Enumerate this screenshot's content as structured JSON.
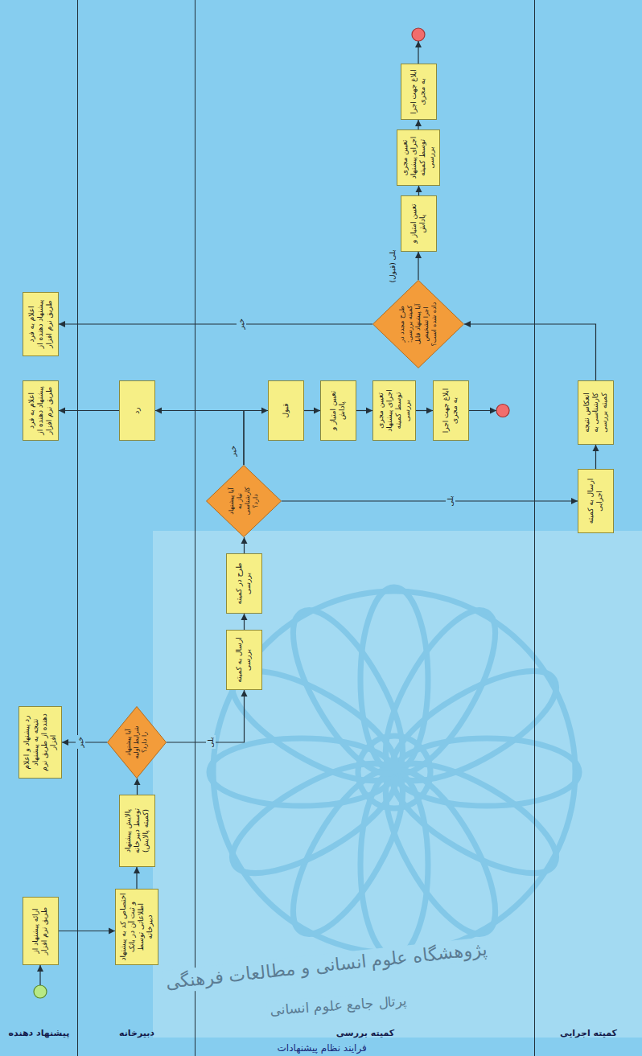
{
  "diagram": {
    "caption": "فرایند نظام پیشنهادات",
    "nodes": [
      {
        "text": [
          "پیشنهاد دهنده"
        ]
      },
      {
        "text": [
          "دبیرخانه"
        ]
      },
      {
        "text": [
          "کمیته بررسی"
        ]
      },
      {
        "text": [
          "کمیته اجرایی"
        ]
      },
      {
        "text": [
          "ارائه پیشنهاد از طریق نرم افزار"
        ],
        "in": 0
      },
      {
        "text": [
          "اختصاص کد به پیشنهاد و ثبت آن در بانک اطلاعاتی توسط دبیرخانه"
        ],
        "in": 1
      },
      {
        "text": [
          "پالایش پیشنهاد توسط دبیرخانه (کمیته پالایش)"
        ],
        "in": 1
      },
      {
        "text": [
          "آیا پیشنهاد شرایط اولیه را دارد؟"
        ],
        "in": 1
      },
      {
        "text": [
          "رد پیشنهاد و اعلام نتیجه به پیشنهاد دهنده از طریق نرم افزار"
        ],
        "in": 0
      },
      {
        "text": [
          "ارسال به کمیته بررسی"
        ],
        "in": 2
      },
      {
        "text": [
          "طرح در کمیته بررسی"
        ],
        "in": 2
      },
      {
        "text": [
          "آیا پیشنهاد نیاز به کارشناسی دارد؟"
        ],
        "in": 2
      },
      {
        "text": [
          "رد"
        ],
        "in": 1
      },
      {
        "text": [
          "قبول"
        ],
        "in": 2
      },
      {
        "text": [
          "اعلام به فرد پیشنهاد دهنده از طریق نرم افزار"
        ],
        "in": 0
      },
      {
        "text": [
          "تعیین امتیاز و پاداش"
        ],
        "in": 2
      },
      {
        "text": [
          "تعیین مجری اجرای پیشنهاد توسط کمیته بررسی"
        ],
        "in": 2
      },
      {
        "text": [
          "ابلاغ جهت اجرا به مجری"
        ],
        "in": 2
      },
      {
        "text": [
          "ارسال به کمیته اجرایی"
        ],
        "in": 3
      },
      {
        "text": [
          "انعکاس نتیجه کارشناسی به کمیته بررسی"
        ],
        "in": 3
      },
      {
        "text": [
          "طرح مجدد در کمیته بررسی: آیا پیشنهاد قابل اجرا تشخیص داده شده است؟"
        ],
        "in": 2
      },
      {
        "text": [
          "اعلام به فرد پیشنهاد دهنده از طریق نرم افزار"
        ],
        "in": 0
      },
      {
        "text": [
          "تعیین امتیاز و پاداش"
        ],
        "in": 2
      },
      {
        "text": [
          "تعیین مجری اجرای پیشنهاد توسط کمیته بررسی"
        ],
        "in": 2
      },
      {
        "text": [
          "ابلاغ جهت اجرا به مجری"
        ],
        "in": 2
      }
    ],
    "edges": [
      {
        "from": 4,
        "to": 5,
        "arrow": "to"
      },
      {
        "from": 5,
        "to": 6,
        "arrow": "to"
      },
      {
        "from": 6,
        "to": 7,
        "arrow": "to"
      },
      {
        "from": 7,
        "to": 8,
        "label": "خیر",
        "arrow": "to"
      },
      {
        "from": 7,
        "to": 9,
        "label": "بلی",
        "arrow": "to"
      },
      {
        "from": 9,
        "to": 10,
        "arrow": "to"
      },
      {
        "from": 10,
        "to": 11,
        "arrow": "to"
      },
      {
        "from": 11,
        "to": 12,
        "label": "خیر",
        "arrow": "to"
      },
      {
        "from": 11,
        "to": 13,
        "arrow": "to"
      },
      {
        "from": 12,
        "to": 14,
        "arrow": "to"
      },
      {
        "from": 13,
        "to": 15,
        "arrow": "to"
      },
      {
        "from": 15,
        "to": 16,
        "arrow": "to"
      },
      {
        "from": 16,
        "to": 17,
        "arrow": "to"
      },
      {
        "from": 11,
        "to": 18,
        "label": "بلی",
        "arrow": "to"
      },
      {
        "from": 18,
        "to": 19,
        "arrow": "to"
      },
      {
        "from": 19,
        "to": 20,
        "arrow": "to"
      },
      {
        "from": 20,
        "to": 21,
        "label": "خیر",
        "arrow": "to"
      },
      {
        "from": 20,
        "to": 22,
        "label": "بلی (قبول)",
        "arrow": "to"
      },
      {
        "from": 22,
        "to": 23,
        "arrow": "to"
      },
      {
        "from": 23,
        "to": 24,
        "arrow": "to"
      }
    ],
    "labels": [
      "پژوهشگاه علوم انسانی و مطالعات فرهنگی",
      "پرتال جامع علوم انسانی"
    ]
  }
}
